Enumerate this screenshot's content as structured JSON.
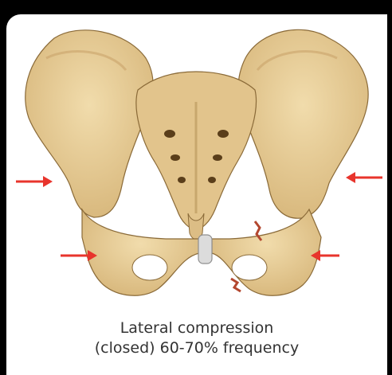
{
  "caption": {
    "line1": "Lateral compression",
    "line2": "(closed) 60-70% frequency"
  },
  "colors": {
    "bone": "#e7cc98",
    "bone_shadow": "#b8955a",
    "bone_outline": "#8a6a38",
    "arrow": "#e8342c",
    "fracture": "#b3472f",
    "symphysis": "#dcdcdc",
    "background": "#000000",
    "panel": "#ffffff"
  },
  "arrows": [
    "arrow-left-upper",
    "arrow-left-lower",
    "arrow-right-upper",
    "arrow-right-lower"
  ]
}
